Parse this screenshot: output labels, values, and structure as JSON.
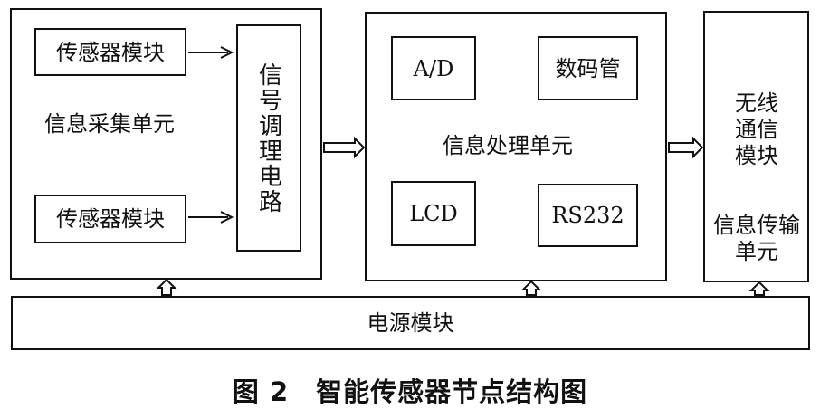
{
  "collection_unit": {
    "label": "信息采集单元",
    "sensor_top": "传感器模块",
    "sensor_bottom": "传感器模块",
    "conditioning": "信号调理电路"
  },
  "processing_unit": {
    "label": "信息处理单元",
    "ad": "A/D",
    "display": "数码管",
    "lcd": "LCD",
    "rs232": "RS232"
  },
  "transmission_unit": {
    "wireless": "无线通信模块",
    "label": "信息传输单元"
  },
  "power": {
    "label": "电源模块"
  },
  "caption": "图 2　智能传感器节点结构图"
}
